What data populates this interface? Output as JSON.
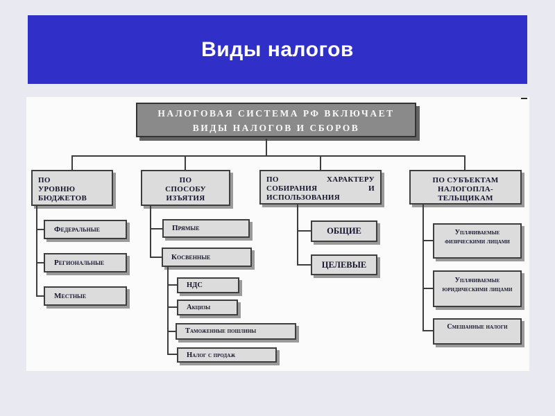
{
  "slide": {
    "title": "Виды налогов",
    "colors": {
      "banner_blue": "#3030c8",
      "panel_white": "#fbfbfb",
      "box_fill": "#dcdcdc",
      "root_fill": "#8a8a8a",
      "border_dark": "#3d3d3d",
      "text_dark": "#14142c"
    }
  },
  "diagram": {
    "root": {
      "line1": "НАЛОГОВАЯ СИСТЕМА РФ ВКЛЮЧАЕТ",
      "line2": "ВИДЫ НАЛОГОВ И СБОРОВ"
    },
    "branch1": {
      "header_lines": [
        "ПО",
        "УРОВНЮ",
        "БЮДЖЕТОВ"
      ],
      "children": [
        "Федеральные",
        "Региональные",
        "Местные"
      ]
    },
    "branch2": {
      "header_lines": [
        "ПО",
        "СПОСОБУ",
        "ИЗЪЯТИЯ"
      ],
      "children": [
        "Прямые",
        "Косвенные"
      ],
      "kosvennye_children": [
        "НДС",
        "Акцизы",
        "Таможенные пошлины",
        "Налог с продаж"
      ]
    },
    "branch3": {
      "header_lines": [
        "ПО ХАРАКТЕРУ",
        "СОБИРАНИЯ И",
        "ИСПОЛЬЗОВАНИЯ"
      ],
      "children": [
        "ОБЩИЕ",
        "ЦЕЛЕВЫЕ"
      ]
    },
    "branch4": {
      "header_lines": [
        "ПО СУБЪЕКТАМ",
        "НАЛОГОПЛА-",
        "ТЕЛЬЩИКАМ"
      ],
      "children": [
        "Уплачиваемые физическими лицами",
        "Уплачиваемые юридическими лицами",
        "Смешанные налоги"
      ]
    }
  }
}
